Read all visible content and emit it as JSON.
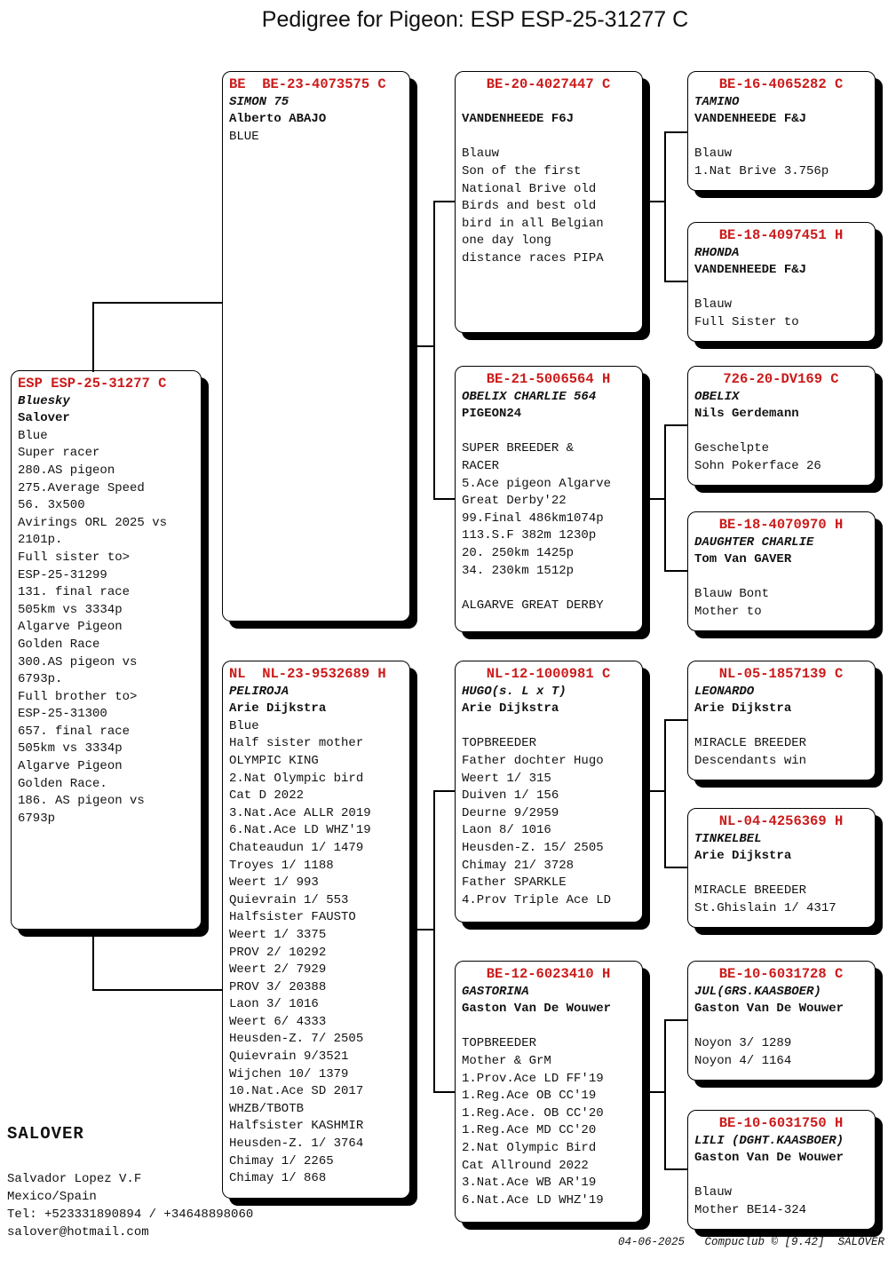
{
  "title": "Pedigree for Pigeon: ESP ESP-25-31277 C",
  "colors": {
    "header_red": "#cc1a1a",
    "line_black": "#000000"
  },
  "gen1": {
    "ring": "ESP ESP-25-31277 C",
    "name": "Bluesky",
    "owner": "Salover",
    "details": "Blue\nSuper racer\n280.AS pigeon\n275.Average Speed\n56. 3x500\nAvirings ORL 2025 vs\n2101p.\nFull sister to>\nESP-25-31299\n131. final race\n505km vs 3334p\nAlgarve Pigeon\nGolden Race\n300.AS pigeon vs\n6793p.\nFull brother to>\nESP-25-31300\n657. final race\n505km vs 3334p\nAlgarve Pigeon\nGolden Race.\n186. AS pigeon vs\n6793p"
  },
  "gen2": [
    {
      "ring": "BE  BE-23-4073575 C",
      "name": "SIMON 75",
      "owner": "Alberto ABAJO",
      "details": "BLUE"
    },
    {
      "ring": "NL  NL-23-9532689 H",
      "name": "PELIROJA",
      "owner": "Arie Dijkstra",
      "details": "Blue\nHalf sister mother\nOLYMPIC KING\n2.Nat Olympic bird\nCat D 2022\n3.Nat.Ace ALLR 2019\n6.Nat.Ace LD WHZ'19\nChateaudun 1/ 1479\nTroyes 1/ 1188\nWeert 1/ 993\nQuievrain 1/ 553\nHalfsister FAUSTO\nWeert 1/ 3375\nPROV 2/ 10292\nWeert 2/ 7929\nPROV 3/ 20388\nLaon 3/ 1016\nWeert 6/ 4333\nHeusden-Z. 7/ 2505\nQuievrain 9/3521\nWijchen 10/ 1379\n10.Nat.Ace SD 2017\nWHZB/TBOTB\nHalfsister KASHMIR\nHeusden-Z. 1/ 3764\nChimay 1/ 2265\nChimay 1/ 868"
    }
  ],
  "gen3": [
    {
      "ring": "BE-20-4027447 C",
      "name": "",
      "owner": "VANDENHEEDE F6J",
      "details": "\nBlauw\nSon of the first\nNational Brive old\nBirds and best old\nbird in all Belgian\none day long\ndistance races PIPA"
    },
    {
      "ring": "BE-21-5006564 H",
      "name": "OBELIX CHARLIE 564",
      "owner": "PIGEON24",
      "details": "\nSUPER BREEDER &\nRACER\n5.Ace pigeon Algarve\nGreat Derby'22\n99.Final 486km1074p\n113.S.F 382m 1230p\n20. 250km 1425p\n34. 230km 1512p\n\nALGARVE GREAT DERBY"
    },
    {
      "ring": "NL-12-1000981 C",
      "name": "HUGO(s. L x T)",
      "owner": "Arie Dijkstra",
      "details": "\nTOPBREEDER\nFather dochter Hugo\nWeert 1/ 315\nDuiven 1/ 156\nDeurne 9/2959\nLaon 8/ 1016\nHeusden-Z. 15/ 2505\nChimay 21/ 3728\nFather SPARKLE\n4.Prov Triple Ace LD"
    },
    {
      "ring": "BE-12-6023410 H",
      "name": "GASTORINA",
      "owner": "Gaston Van De Wouwer",
      "details": "\nTOPBREEDER\nMother & GrM\n1.Prov.Ace LD FF'19\n1.Reg.Ace OB CC'19\n1.Reg.Ace. OB CC'20\n1.Reg.Ace MD CC'20\n2.Nat Olympic Bird\nCat Allround 2022\n3.Nat.Ace WB AR'19\n6.Nat.Ace LD WHZ'19"
    }
  ],
  "gen4": [
    {
      "ring": "BE-16-4065282 C",
      "name": "TAMINO",
      "owner": "VANDENHEEDE F&J",
      "details": "\nBlauw\n1.Nat Brive 3.756p"
    },
    {
      "ring": "BE-18-4097451 H",
      "name": "RHONDA",
      "owner": "VANDENHEEDE F&J",
      "details": "\nBlauw\nFull Sister to"
    },
    {
      "ring": "726-20-DV169 C",
      "name": "OBELIX",
      "owner": "Nils Gerdemann",
      "details": "\nGeschelpte\nSohn Pokerface 26"
    },
    {
      "ring": "BE-18-4070970 H",
      "name": "DAUGHTER CHARLIE",
      "owner": "Tom Van GAVER",
      "details": "\nBlauw Bont\nMother to"
    },
    {
      "ring": "NL-05-1857139 C",
      "name": "LEONARDO",
      "owner": "Arie Dijkstra",
      "details": "\nMIRACLE BREEDER\nDescendants win"
    },
    {
      "ring": "NL-04-4256369 H",
      "name": "TINKELBEL",
      "owner": "Arie Dijkstra",
      "details": "\nMIRACLE BREEDER\nSt.Ghislain 1/ 4317"
    },
    {
      "ring": "BE-10-6031728 C",
      "name": "JUL(GRS.KAASBOER)",
      "owner": "Gaston Van De Wouwer",
      "details": "\nNoyon 3/ 1289\nNoyon 4/ 1164"
    },
    {
      "ring": "BE-10-6031750 H",
      "name": "LILI (DGHT.KAASBOER)",
      "owner": "Gaston Van De Wouwer",
      "details": "\nBlauw\nMother BE14-324"
    }
  ],
  "footer": {
    "kennel": "SALOVER",
    "contact": "Salvador Lopez V.F\nMexico/Spain\nTel: +523331890894 / +34648898060\nsalover@hotmail.com",
    "printline": "04-06-2025   Compuclub © [9.42]  SALOVER"
  }
}
